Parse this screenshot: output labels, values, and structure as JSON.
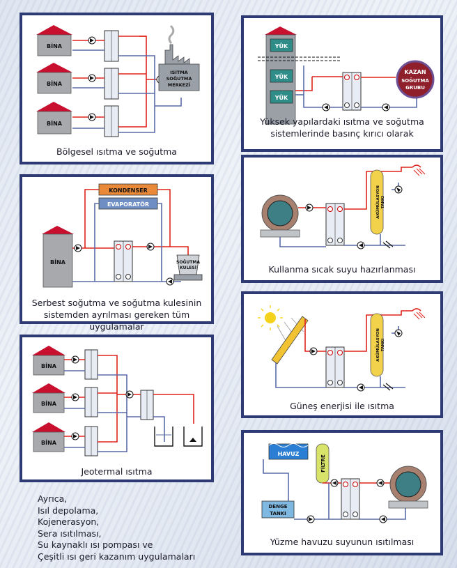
{
  "panels": {
    "district": {
      "caption": "Bölgesel ısıtma ve soğutma",
      "buildings": [
        "BİNA",
        "BİNA",
        "BİNA"
      ],
      "plant_lines": [
        "ISITMA",
        "SOĞUTMA",
        "MERKEZİ"
      ]
    },
    "highrise": {
      "caption_lines": [
        "Yüksek yapılardaki ısıtma ve soğutma",
        "sistemlerinde basınç kırıcı olarak"
      ],
      "loads": [
        "YÜK",
        "YÜK",
        "YÜK"
      ],
      "boiler_lines": [
        "KAZAN",
        "SOĞUTMA",
        "GRUBU"
      ]
    },
    "freecooling": {
      "caption_lines": [
        "Serbest soğutma ve soğutma kulesinin",
        "sistemden ayrılması gereken tüm uygulamalar"
      ],
      "condenser": "KONDENSER",
      "evaporator": "EVAPORATÖR",
      "building": "BİNA",
      "tower_lines": [
        "SOĞUTMA",
        "KULESİ"
      ]
    },
    "hotwater": {
      "caption": "Kullanma sıcak suyu hazırlanması",
      "tank_lines": [
        "AKÜMÜLASYON",
        "TANKI"
      ]
    },
    "geothermal": {
      "caption": "Jeotermal ısıtma",
      "buildings": [
        "BİNA",
        "BİNA",
        "BİNA"
      ]
    },
    "solar": {
      "caption": "Güneş enerjisi ile ısıtma",
      "tank_lines": [
        "AKÜMÜLASYON",
        "TANKI"
      ]
    },
    "pool": {
      "caption": "Yüzme havuzu suyunun ısıtılması",
      "pool_label": "HAVUZ",
      "filter_label": "FİLTRE",
      "tank_lines": [
        "DENGE",
        "TANKI"
      ]
    }
  },
  "other_uses": [
    "Ayrıca,",
    "Isıl depolama,",
    "Kojenerasyon,",
    "Sera ısıtılması,",
    "Su kaynaklı ısı pompası ve",
    "Çeşitli ısı geri kazanım uygulamaları"
  ],
  "colors": {
    "frame": "#2e3a74",
    "hot": "#e0221a",
    "cold": "#5a6aa8",
    "roof": "#c8102e",
    "building": "#a7a9ad"
  }
}
